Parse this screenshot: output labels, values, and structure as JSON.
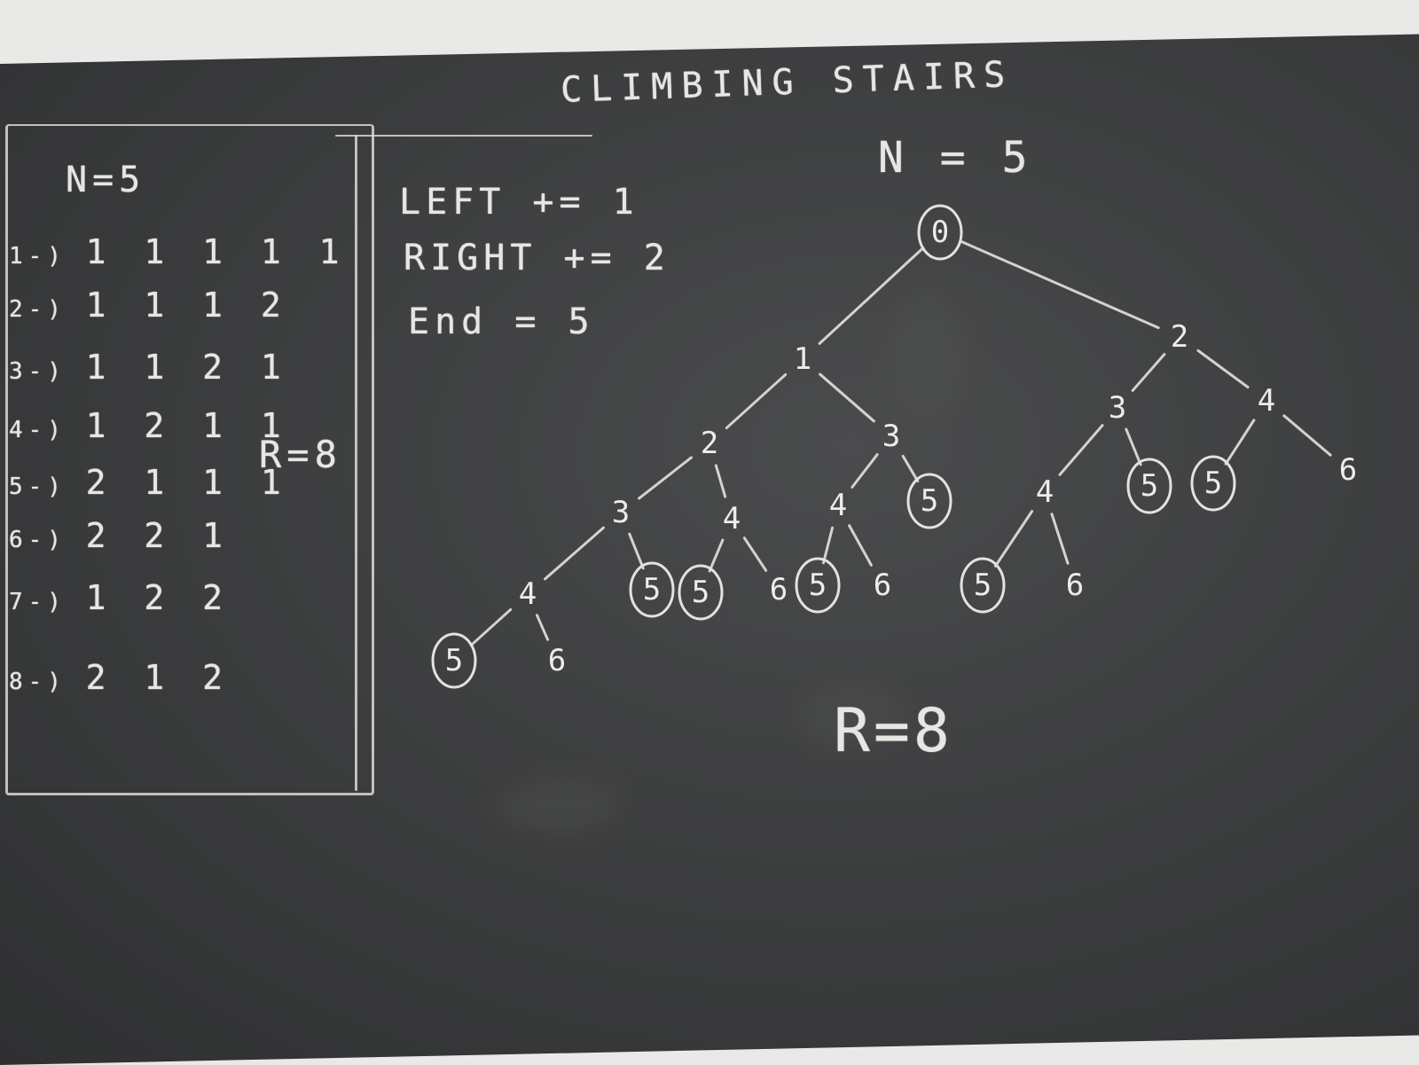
{
  "title": "CLIMBING STAIRS",
  "left_panel": {
    "n_label": "N=5",
    "rows": [
      {
        "index": "1-)",
        "steps": "1 1 1 1 1"
      },
      {
        "index": "2-)",
        "steps": "1 1 1 2"
      },
      {
        "index": "3-)",
        "steps": "1 1 2 1"
      },
      {
        "index": "4-)",
        "steps": "1 2 1 1"
      },
      {
        "index": "5-)",
        "steps": "2 1 1 1"
      },
      {
        "index": "6-)",
        "steps": "2 2 1"
      },
      {
        "index": "7-)",
        "steps": "1 2 2"
      },
      {
        "index": "8-)",
        "steps": "2 1 2"
      }
    ],
    "result": "R=8"
  },
  "rules": {
    "left": "LEFT += 1",
    "right": "RIGHT += 2",
    "end": "End = 5"
  },
  "tree": {
    "n_label": "N = 5",
    "result": "R=8",
    "nodes": [
      {
        "id": "n0",
        "label": "0",
        "circled": true
      },
      {
        "id": "n1",
        "label": "1",
        "circled": false
      },
      {
        "id": "n2",
        "label": "2",
        "circled": false
      },
      {
        "id": "n1a",
        "label": "2",
        "circled": false
      },
      {
        "id": "n1b",
        "label": "3",
        "circled": false
      },
      {
        "id": "n2a",
        "label": "3",
        "circled": false
      },
      {
        "id": "n2b",
        "label": "4",
        "circled": false
      },
      {
        "id": "n2c",
        "label": "6",
        "circled": false
      },
      {
        "id": "n3a",
        "label": "3",
        "circled": false
      },
      {
        "id": "n3b",
        "label": "4",
        "circled": false
      },
      {
        "id": "n3c",
        "label": "4",
        "circled": false
      },
      {
        "id": "n3d",
        "label": "5",
        "circled": true
      },
      {
        "id": "n3e",
        "label": "4",
        "circled": false
      },
      {
        "id": "n3f",
        "label": "5",
        "circled": true
      },
      {
        "id": "n3g",
        "label": "5",
        "circled": true
      },
      {
        "id": "n4a",
        "label": "4",
        "circled": false
      },
      {
        "id": "n4b",
        "label": "5",
        "circled": true
      },
      {
        "id": "n4c",
        "label": "5",
        "circled": true
      },
      {
        "id": "n4d",
        "label": "6",
        "circled": false
      },
      {
        "id": "n4e",
        "label": "5",
        "circled": true
      },
      {
        "id": "n4f",
        "label": "6",
        "circled": false
      },
      {
        "id": "n4g",
        "label": "5",
        "circled": true
      },
      {
        "id": "n4h",
        "label": "6",
        "circled": false
      },
      {
        "id": "n5a",
        "label": "5",
        "circled": true
      },
      {
        "id": "n5b",
        "label": "6",
        "circled": false
      }
    ],
    "edges": [
      [
        "n0",
        "n1"
      ],
      [
        "n0",
        "n2"
      ],
      [
        "n1",
        "n1a"
      ],
      [
        "n1",
        "n1b"
      ],
      [
        "n2",
        "n2a"
      ],
      [
        "n2",
        "n2b"
      ],
      [
        "n2b",
        "n2c"
      ],
      [
        "n1a",
        "n3a"
      ],
      [
        "n1a",
        "n3b"
      ],
      [
        "n1b",
        "n3c"
      ],
      [
        "n1b",
        "n3d"
      ],
      [
        "n2a",
        "n3e"
      ],
      [
        "n2a",
        "n3f"
      ],
      [
        "n2b",
        "n3g"
      ],
      [
        "n3a",
        "n4a"
      ],
      [
        "n3a",
        "n4b"
      ],
      [
        "n3b",
        "n4c"
      ],
      [
        "n3b",
        "n4d"
      ],
      [
        "n3c",
        "n4e"
      ],
      [
        "n3c",
        "n4f"
      ],
      [
        "n3e",
        "n4g"
      ],
      [
        "n3e",
        "n4h"
      ],
      [
        "n4a",
        "n5a"
      ],
      [
        "n4a",
        "n5b"
      ]
    ]
  }
}
